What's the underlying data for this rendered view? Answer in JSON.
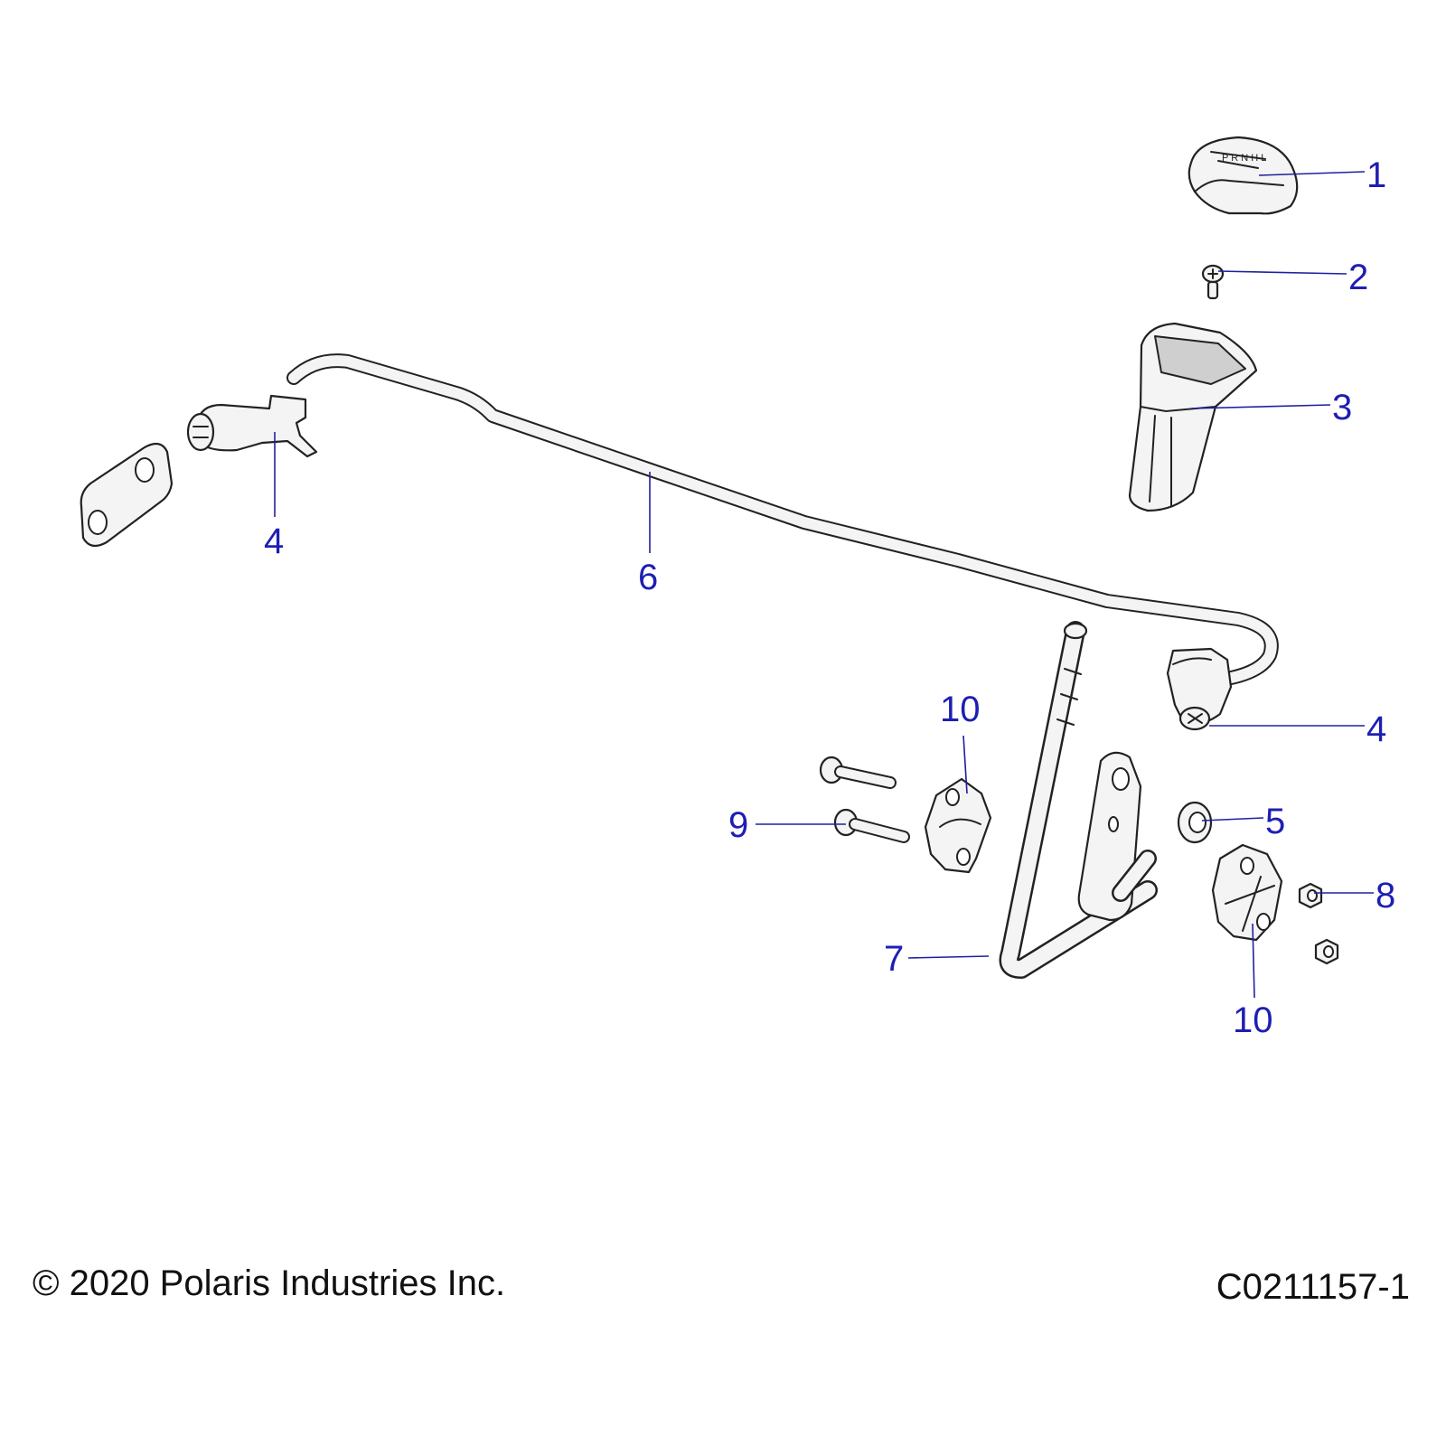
{
  "callouts": {
    "c1": "1",
    "c2": "2",
    "c3": "3",
    "c4a": "4",
    "c4b": "4",
    "c5": "5",
    "c6": "6",
    "c7": "7",
    "c8": "8",
    "c9": "9",
    "c10a": "10",
    "c10b": "10"
  },
  "footer": {
    "copyright": "© 2020 Polaris Industries Inc.",
    "drawing_id": "C0211157-1"
  },
  "colors": {
    "callout": "#1e1eb4",
    "outline": "#222222",
    "part_fill": "#f4f4f4"
  }
}
